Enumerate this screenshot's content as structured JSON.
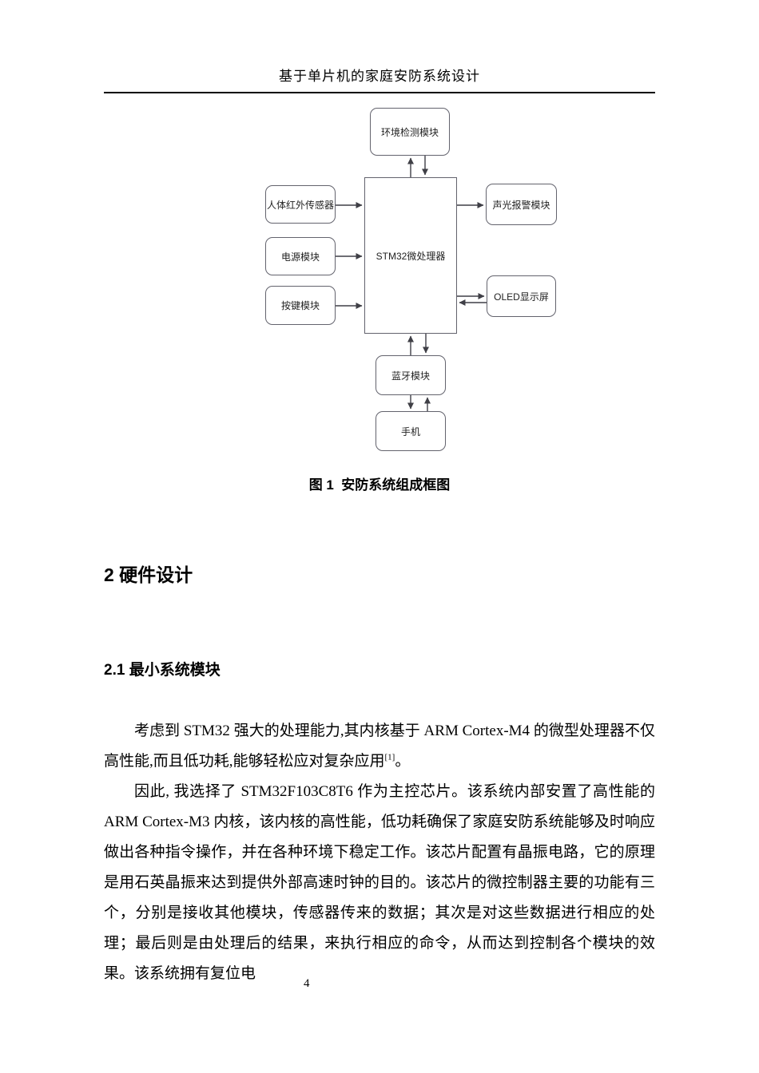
{
  "header": {
    "title": "基于单片机的家庭安防系统设计"
  },
  "figure": {
    "caption": "图 1  安防系统组成框图",
    "boxes": {
      "environment": "环境检测模块",
      "pir": "人体红外传感器",
      "power": "电源模块",
      "keys": "按键模块",
      "mcu": "STM32微处理器",
      "alarm": "声光报警模块",
      "oled": "OLED显示屏",
      "bluetooth": "蓝牙模块",
      "phone": "手机"
    }
  },
  "sections": {
    "chapter": "2 硬件设计",
    "subsection": "2.1 最小系统模块"
  },
  "paragraphs": {
    "p1": {
      "text": "考虑到 STM32 强大的处理能力,其内核基于 ARM Cortex-M4 的微型处理器不仅高性能,而且低功耗,能够轻松应对复杂应用",
      "citation": "[1]",
      "after": "。"
    },
    "p2": "因此, 我选择了 STM32F103C8T6 作为主控芯片。该系统内部安置了高性能的 ARM Cortex-M3 内核，该内核的高性能，低功耗确保了家庭安防系统能够及时响应做出各种指令操作，并在各种环境下稳定工作。该芯片配置有晶振电路，它的原理是用石英晶振来达到提供外部高速时钟的目的。该芯片的微控制器主要的功能有三个，分别是接收其他模块，传感器传来的数据；其次是对这些数据进行相应的处理；最后则是由处理后的结果，来执行相应的命令，从而达到控制各个模块的效果。该系统拥有复位电"
  },
  "footer": {
    "page_number": "4"
  },
  "colors": {
    "box_border": "#63636d",
    "connector": "#3f3f46",
    "header_rule": "#000000"
  }
}
